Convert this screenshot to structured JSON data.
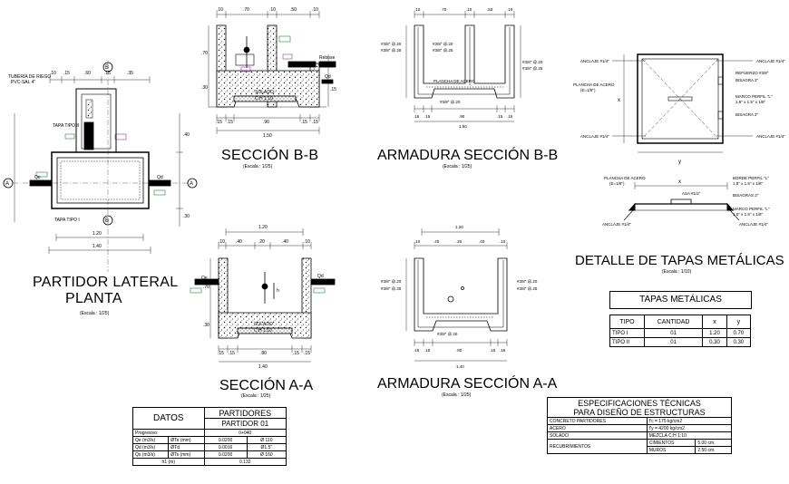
{
  "titles": {
    "seccion_bb": "SECCIÓN B-B",
    "armadura_bb": "ARMADURA SECCIÓN B-B",
    "seccion_aa": "SECCIÓN A-A",
    "armadura_aa": "ARMADURA SECCIÓN A-A",
    "partidor_line1": "PARTIDOR LATERAL",
    "partidor_line2": "PLANTA",
    "detalle": "DETALLE DE TAPAS METÁLICAS"
  },
  "scales": {
    "s125": "(Escala : 1/25)",
    "s110": "(Escala : 1/10)"
  },
  "plan": {
    "top_dims": [
      ".10",
      ".15",
      ".60",
      ".15",
      ".35"
    ],
    "dim_140": "1.40",
    "dim_120": "1.20",
    "dim_30": ".30",
    "dim_40": ".40",
    "label_tuberia": "TUBERÍA DE RIEGO",
    "label_pvc": "PVC-SAL 4\"",
    "label_tapa2": "TAPA TIPO II",
    "label_tapa1": "TAPA TIPO I",
    "label_qe": "Qe",
    "label_qd": "Qd",
    "marker_a": "A",
    "marker_b": "B"
  },
  "sec_bb": {
    "top_dims": [
      ".10",
      ".70",
      ".10",
      ".50",
      ".10"
    ],
    "bottom_dims": [
      ".15",
      ".15",
      ".90",
      ".15",
      ".15"
    ],
    "total": "1.50",
    "dim_70": ".70",
    "dim_30": ".30",
    "dim_15": ".15",
    "label_rebose": "Rebose",
    "label_qd": "Qd",
    "label_solado": "SOLADO",
    "label_mix": "C:H 1:10"
  },
  "arm_bb": {
    "top_dims": [
      ".10",
      ".70",
      ".10",
      ".50",
      ".10"
    ],
    "bottom_dims": [
      ".15",
      ".15",
      ".90",
      ".15",
      ".15"
    ],
    "total": "1.50",
    "rebar_a": "#3/8\" @.20",
    "rebar_b": "#3/8\" @.25",
    "label_plancha": "PLANCHA DE ACERO"
  },
  "sec_aa": {
    "top_total": "1.20",
    "top_dims": [
      ".10",
      ".40",
      ".20",
      ".40",
      ".10"
    ],
    "bottom_dims": [
      ".15",
      ".15",
      ".80",
      ".15",
      ".15"
    ],
    "total": "1.40",
    "dim_70": ".70",
    "dim_30": ".30",
    "dim_15": ".15",
    "label_qe": "Qe",
    "label_qd": "Qd",
    "label_h": "h",
    "label_solado": "SOLADO",
    "label_mix": "C:H 1:10"
  },
  "arm_aa": {
    "top_total": "1.20",
    "top_dims": [
      ".10",
      ".40",
      ".20",
      ".40",
      ".10"
    ],
    "bottom_dims": [
      ".15",
      ".15",
      ".80",
      ".15",
      ".15"
    ],
    "total": "1.40",
    "rebar_a": "#3/8\" @.20",
    "rebar_b": "#3/8\" @.25"
  },
  "tapa_plan": {
    "left_labels": [
      "ANCLAJE #1/4\"",
      "PLANCHA DE ACERO",
      "(E=1/8\")",
      "ANCLAJE #1/4\""
    ],
    "right_labels": [
      "ANCLAJE #1/4\"",
      "REFUERZO #3/8\"",
      "BISAGRA 2\"",
      "MARCO PERFIL \"L\"",
      "1.5\" x 1.5\" x 1/8\"",
      "BISAGRA 2\"",
      "ANCLAJE #1/4\""
    ],
    "dim_x": "x",
    "dim_y": "y"
  },
  "tapa_sec": {
    "labels_left": [
      "PLANCHA DE ACERO",
      "(E=1/8\")",
      "ANCLAJE #1/4\""
    ],
    "labels_right": [
      "BORDE PERFIL \"L\"",
      "1.5\" x 1.5\" x 1/8\"",
      "BISAGRAS 2\"",
      "MARCO PERFIL \"L\"",
      "1.5\" x 1.5\" x 1/8\"",
      "ANCLAJE #1/4\""
    ],
    "label_asa": "ASA #1/2\"",
    "dim_x": "x"
  },
  "tapas_table": {
    "title": "TAPAS METÁLICAS",
    "headers": [
      "TIPO",
      "CANTIDAD",
      "x",
      "y"
    ],
    "rows": [
      [
        "TIPO I",
        "01",
        "1.20",
        "0.70"
      ],
      [
        "TIPO II",
        "01",
        "0.30",
        "0.30"
      ]
    ]
  },
  "datos_table": {
    "datos": "DATOS",
    "partidores": "PARTIDORES",
    "partidor_01": "PARTIDOR 01",
    "progresivo_label": "Progresivo",
    "progresivo_val": "0+040",
    "rows": [
      [
        "Qe (m3/s)",
        "ØTe (mm)",
        "0.0200",
        "Ø 110"
      ],
      [
        "Qd (m3/s)",
        "ØTd",
        "0.0016",
        "Ø1.5\""
      ],
      [
        "Qs (m3/s)",
        "ØTs (mm)",
        "0.0200",
        "Ø 160"
      ]
    ],
    "h1_label": "h1 (m)",
    "h1_val": "0.132"
  },
  "spec_table": {
    "title1": "ESPECIFICACIONES TÉCNICAS",
    "title2": "PARA DISEÑO DE ESTRUCTURAS",
    "rows": [
      [
        "CONCRETO PARTIDORES",
        "f'c = 175 kg/cm2"
      ],
      [
        "ACERO",
        "f'y = 4200 kg/cm2"
      ],
      [
        "SOLADO",
        "MEZCLA C:H 1:10"
      ]
    ],
    "recub_label": "RECUBRIMIENTOS",
    "recub": [
      [
        "CIMIENTOS",
        "5.00 cm."
      ],
      [
        "MUROS",
        "2.50 cm."
      ]
    ]
  }
}
